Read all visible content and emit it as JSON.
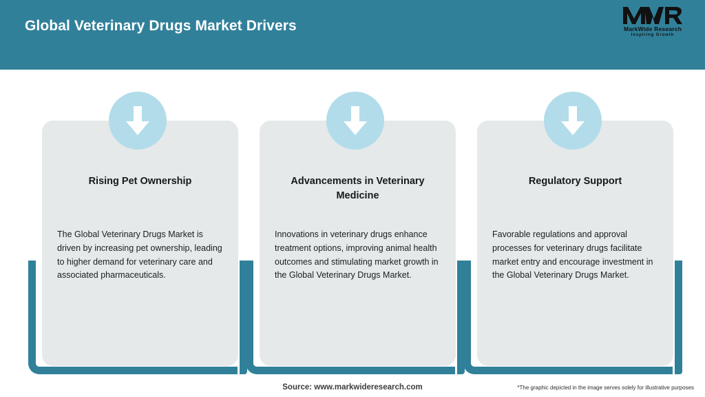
{
  "header": {
    "title": "Global Veterinary Drugs Market Drivers",
    "background_color": "#31809a",
    "title_color": "#ffffff"
  },
  "logo": {
    "mark": "MWR",
    "name": "MarkWide Research",
    "tagline": "Inspiring Growth"
  },
  "theme": {
    "accent": "#31809a",
    "card_background": "#e5e9ea",
    "badge_color": "#b2dcea",
    "arrow_color": "#ffffff"
  },
  "cards": [
    {
      "icon": "down-arrow-icon",
      "title": "Rising Pet Ownership",
      "body": "The Global Veterinary Drugs Market is driven by increasing pet ownership, leading to higher demand for veterinary care and associated pharmaceuticals."
    },
    {
      "icon": "down-arrow-icon",
      "title": "Advancements in Veterinary Medicine",
      "body": "Innovations in veterinary drugs enhance treatment options, improving animal health outcomes and stimulating market growth in the Global Veterinary Drugs Market."
    },
    {
      "icon": "down-arrow-icon",
      "title": "Regulatory Support",
      "body": "Favorable regulations and approval processes for veterinary drugs facilitate market entry and encourage investment in the Global Veterinary Drugs Market."
    }
  ],
  "footer": {
    "source": "Source: www.markwideresearch.com",
    "disclaimer": "*The graphic depicted in the image serves solely for illustrative purposes"
  }
}
